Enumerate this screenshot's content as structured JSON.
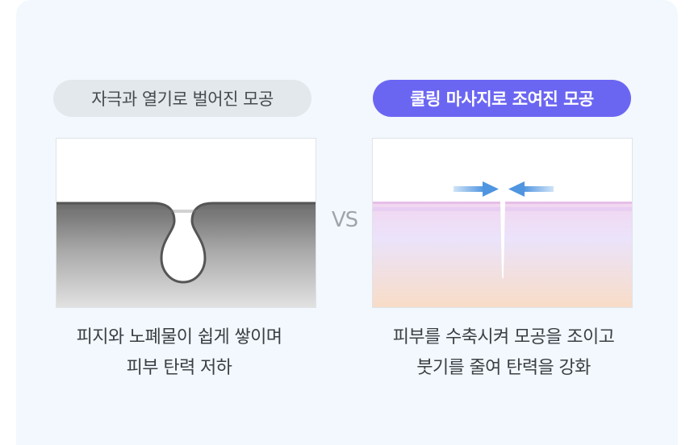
{
  "left": {
    "badge": "자극과 열기로 벌어진 모공",
    "caption_line1": "피지와 노폐물이 쉽게 쌓이며",
    "caption_line2": "피부 탄력 저하"
  },
  "vs_label": "VS",
  "right": {
    "badge": "쿨링 마사지로 조여진 모공",
    "caption_line1": "피부를 수축시켜 모공을 조이고",
    "caption_line2": "붓기를 줄여 탄력을 강화"
  },
  "colors": {
    "panel_bg": "#f2f8fd",
    "left_badge_bg": "#e3e8ec",
    "right_badge_bg": "#6b66f2",
    "arrow_blue": "#5b9de4"
  },
  "icons": {
    "left_image": "open-pore-illustration",
    "right_image": "closed-pore-illustration",
    "arrow_right": "arrow-right-icon",
    "arrow_left": "arrow-left-icon"
  }
}
